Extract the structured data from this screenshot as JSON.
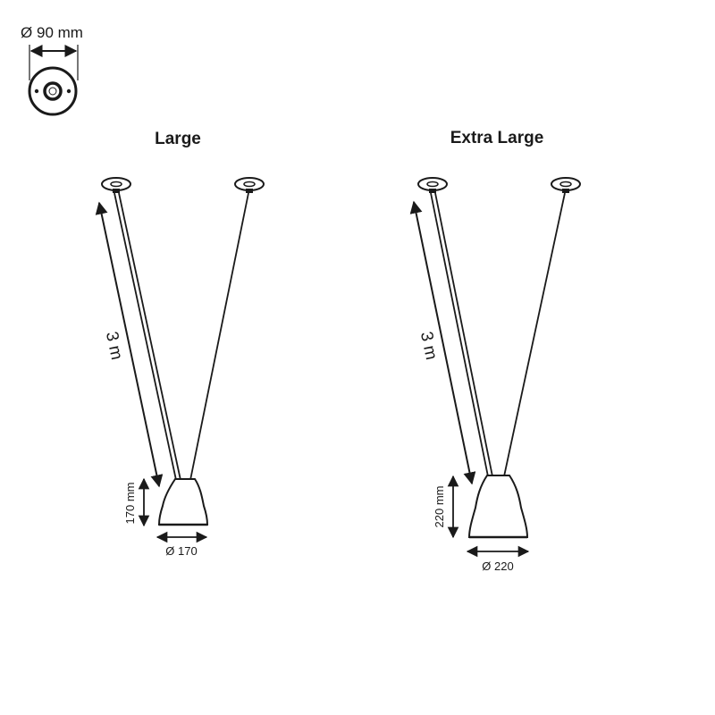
{
  "canopy": {
    "diameter_label": "Ø 90 mm"
  },
  "variants": [
    {
      "title": "Large",
      "cable_length": "3 m",
      "shade_height": "170 mm",
      "shade_diameter": "Ø 170"
    },
    {
      "title": "Extra Large",
      "cable_length": "3 m",
      "shade_height": "220 mm",
      "shade_diameter": "Ø 220"
    }
  ]
}
